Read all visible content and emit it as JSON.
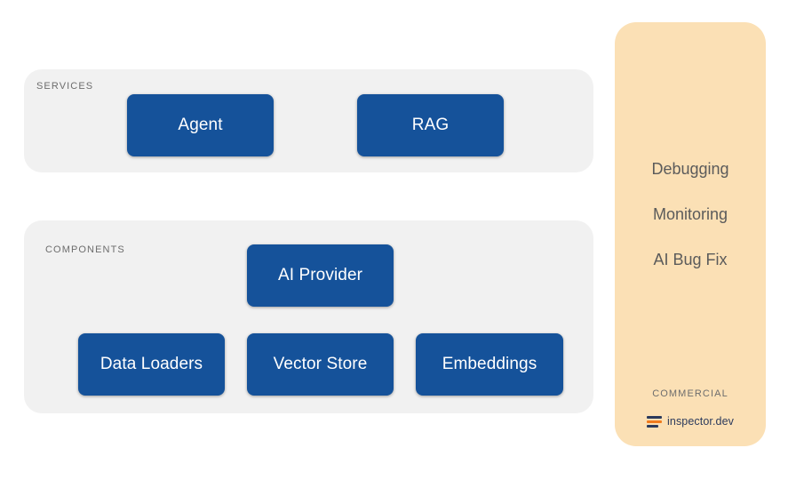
{
  "diagram": {
    "groups": [
      {
        "id": "services",
        "label": "SERVICES",
        "nodes": [
          {
            "label": "Agent"
          },
          {
            "label": "RAG"
          }
        ]
      },
      {
        "id": "components",
        "label": "COMPONENTS",
        "nodes": [
          {
            "label": "AI Provider"
          },
          {
            "label": "Data Loaders"
          },
          {
            "label": "Vector Store"
          },
          {
            "label": "Embeddings"
          }
        ]
      }
    ],
    "side_panel": {
      "features": [
        {
          "label": "Debugging"
        },
        {
          "label": "Monitoring"
        },
        {
          "label": "AI Bug Fix"
        }
      ],
      "section_label": "COMMERCIAL",
      "brand_name": "inspector.dev",
      "brand_icon": "inspector-logo-icon"
    },
    "colors": {
      "node_blue": "#15529a",
      "group_gray": "#f1f1f1",
      "panel_peach": "#fbe0b5",
      "brand_navy": "#2b3a5c",
      "brand_orange": "#f07b1d",
      "label_gray": "#6d6d6d",
      "feature_gray": "#5b5b5b",
      "background": "#ffffff"
    }
  }
}
